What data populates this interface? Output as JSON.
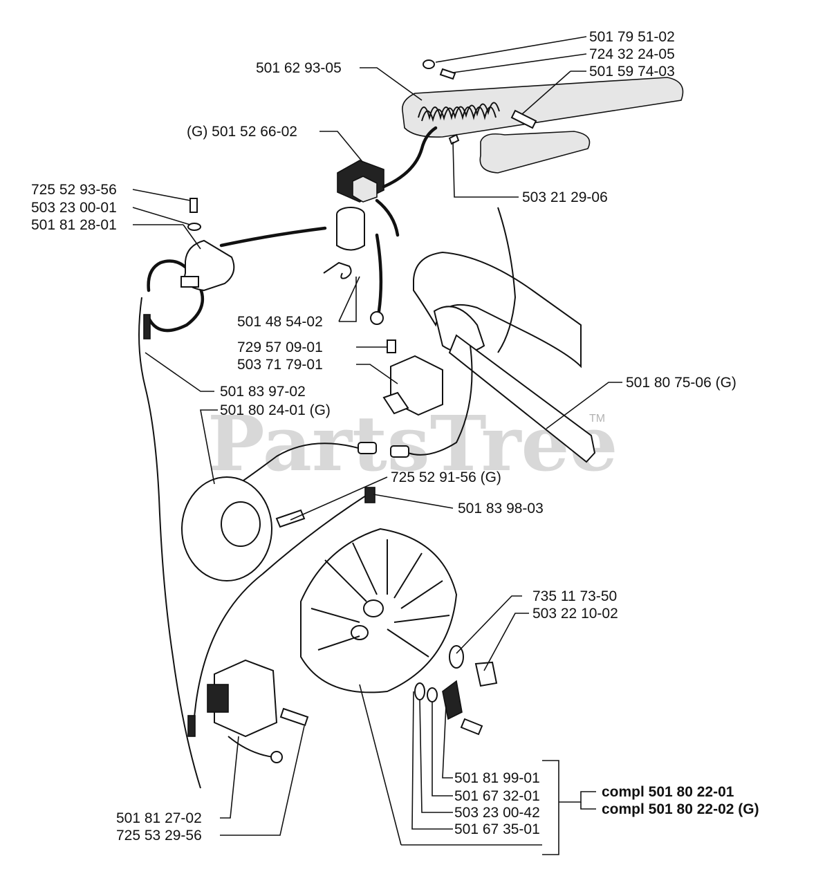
{
  "watermark": {
    "text": "PartsTree",
    "trademark": "TM"
  },
  "labels": {
    "p1": "501 79 51-02",
    "p2": "724 32 24-05",
    "p3": "501 59 74-03",
    "p4": "501 62 93-05",
    "p5": "(G) 501 52 66-02",
    "p6": "503 21 29-06",
    "p7": "725 52 93-56",
    "p8": "503 23 00-01",
    "p9": "501 81 28-01",
    "p10": "501 48 54-02",
    "p11": "729 57 09-01",
    "p12": "503 71 79-01",
    "p13": "501 80 75-06 (G)",
    "p14": "501 83 97-02",
    "p15": "501 80 24-01 (G)",
    "p16": "725 52 91-56 (G)",
    "p17": "501 83 98-03",
    "p18": "735 11 73-50",
    "p19": "503 22 10-02",
    "p20": "501 81 99-01",
    "p21": "501 67 32-01",
    "p22": "503 23 00-42",
    "p23": "501 67 35-01",
    "p24": "501 81 27-02",
    "p25": "725 53 29-56",
    "compl1": "compl 501 80 22-01",
    "compl2": "compl 501 80 22-02 (G)"
  }
}
